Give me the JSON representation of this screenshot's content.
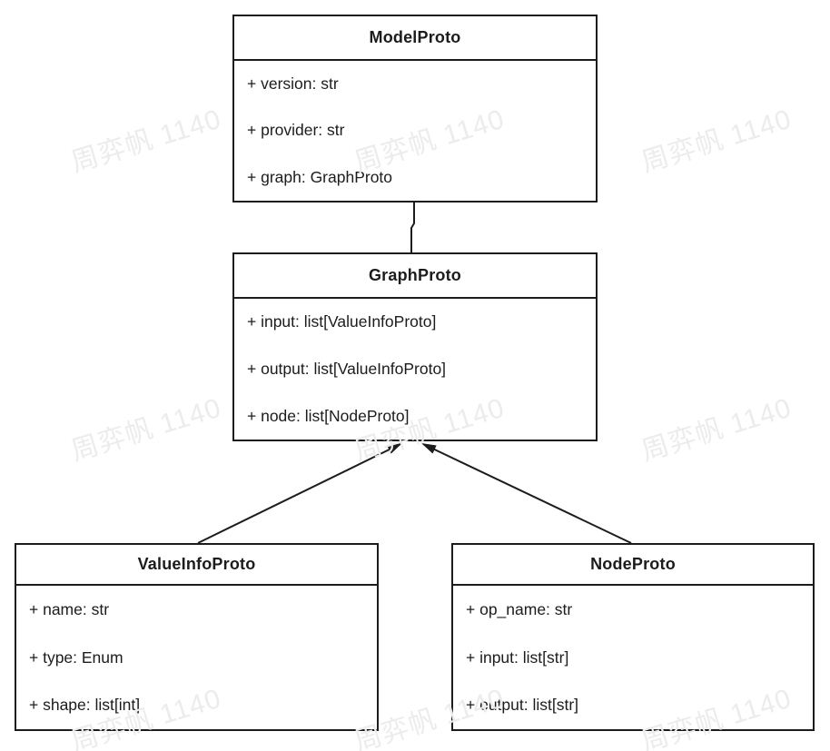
{
  "watermark": {
    "text": "周弈帆 1140",
    "color": "#ececec"
  },
  "classes": [
    {
      "name": "ModelProto",
      "attributes": [
        "+ version: str",
        "+ provider: str",
        "+ graph: GraphProto"
      ]
    },
    {
      "name": "GraphProto",
      "attributes": [
        "+ input: list[ValueInfoProto]",
        "+ output: list[ValueInfoProto]",
        "+ node: list[NodeProto]"
      ]
    },
    {
      "name": "ValueInfoProto",
      "attributes": [
        "+ name: str",
        "+ type: Enum",
        "+ shape: list[int]"
      ]
    },
    {
      "name": "NodeProto",
      "attributes": [
        "+ op_name: str",
        "+ input: list[str]",
        "+ output: list[str]"
      ]
    }
  ],
  "relations": [
    {
      "from": "ModelProto",
      "to": "GraphProto",
      "style": "plain-line"
    },
    {
      "from": "ValueInfoProto",
      "to": "GraphProto",
      "style": "solid-filled-arrow"
    },
    {
      "from": "NodeProto",
      "to": "GraphProto",
      "style": "solid-filled-arrow"
    }
  ],
  "colors": {
    "line": "#1c1c1c",
    "text": "#1c1c1c",
    "background": "#ffffff"
  }
}
